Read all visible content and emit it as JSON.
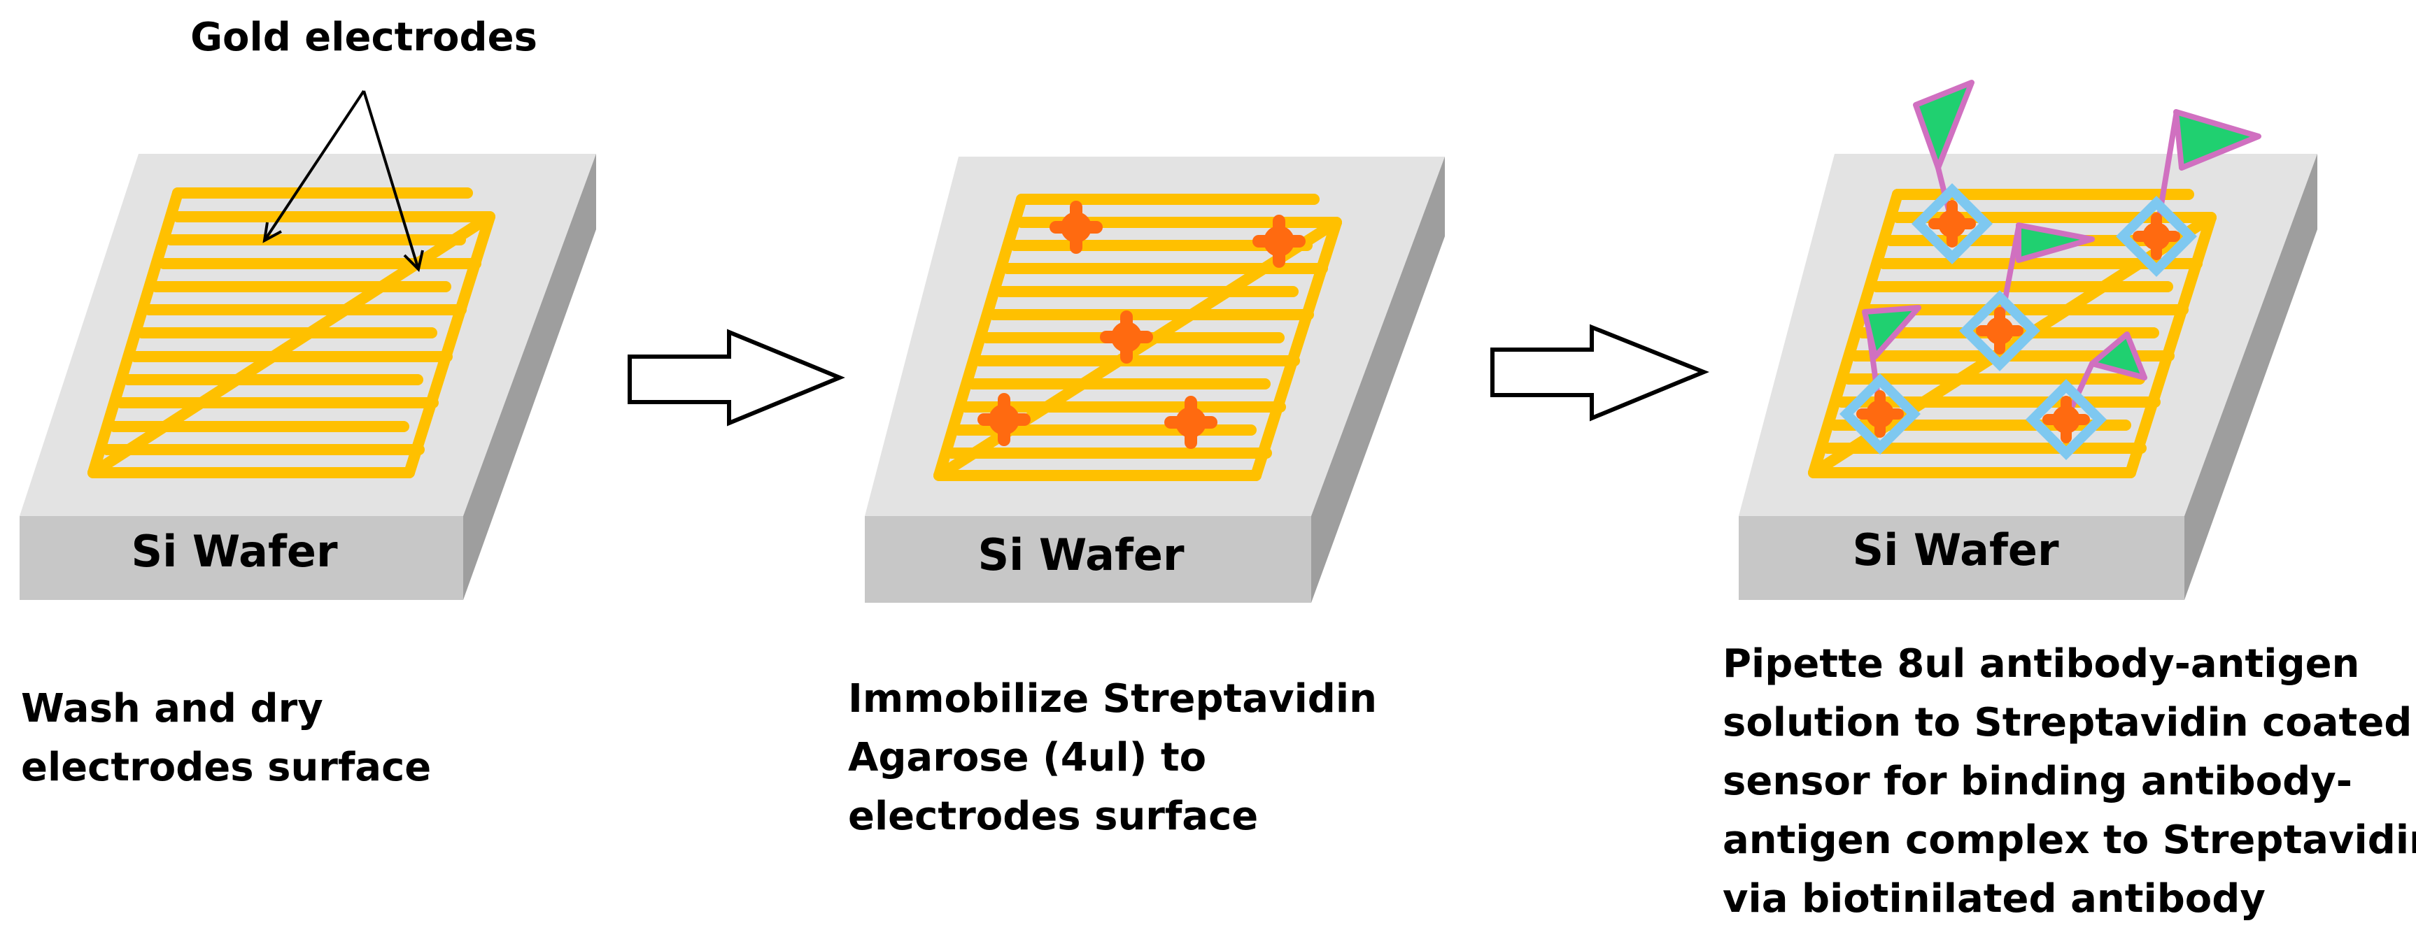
{
  "labels": {
    "gold_electrodes": "Gold electrodes",
    "wafer": "Si Wafer"
  },
  "steps": [
    {
      "caption_lines": [
        "Wash and dry",
        "electrodes surface"
      ]
    },
    {
      "caption_lines": [
        "Immobilize Streptavidin",
        "Agarose (4ul) to",
        "electrodes surface"
      ]
    },
    {
      "caption_lines": [
        "Pipette 8ul antibody-antigen",
        "solution to Streptavidin coated",
        "sensor for binding antibody-",
        "antigen complex to Streptavidin",
        "via biotinilated antibody"
      ]
    }
  ],
  "colors": {
    "electrode": "#FFC000",
    "streptavidin": "#FF6A10",
    "biotin_ring": "#7EC8F0",
    "antibody_flag": "#20D070",
    "antibody_outline": "#D070C0",
    "wafer_top": "#E3E3E3",
    "wafer_front": "#C7C7C7",
    "wafer_side": "#9E9E9E"
  }
}
